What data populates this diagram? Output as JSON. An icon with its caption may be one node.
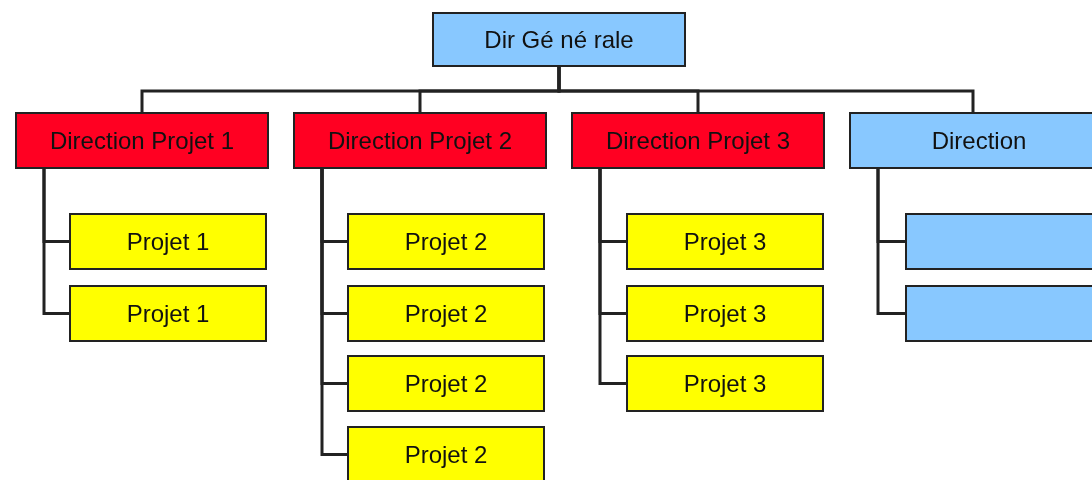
{
  "diagram": {
    "nodes": [
      {
        "text": [
          "Dir Gé né rale"
        ]
      },
      {
        "text": [
          "Direction Projet 1"
        ]
      },
      {
        "text": [
          "Direction Projet 2"
        ]
      },
      {
        "text": [
          "Direction Projet 3"
        ]
      },
      {
        "text": [
          "Direction"
        ]
      },
      {
        "text": [
          "Projet 1"
        ]
      },
      {
        "text": [
          "Projet 1"
        ]
      },
      {
        "text": [
          "Projet 2"
        ]
      },
      {
        "text": [
          "Projet 2"
        ]
      },
      {
        "text": [
          "Projet 2"
        ]
      },
      {
        "text": [
          "Projet 2"
        ]
      },
      {
        "text": [
          "Projet 3"
        ]
      },
      {
        "text": [
          "Projet 3"
        ]
      },
      {
        "text": [
          "Projet 3"
        ]
      },
      {
        "text": [],
        "shape": "box"
      },
      {
        "text": [],
        "shape": "box"
      }
    ],
    "edges": [
      {
        "from": 0,
        "to": 1,
        "arrow": "none"
      },
      {
        "from": 0,
        "to": 2,
        "arrow": "none"
      },
      {
        "from": 0,
        "to": 3,
        "arrow": "none"
      },
      {
        "from": 0,
        "to": 4,
        "arrow": "none"
      },
      {
        "from": 1,
        "to": 5,
        "arrow": "none"
      },
      {
        "from": 1,
        "to": 6,
        "arrow": "none"
      },
      {
        "from": 2,
        "to": 7,
        "arrow": "none"
      },
      {
        "from": 2,
        "to": 8,
        "arrow": "none"
      },
      {
        "from": 2,
        "to": 9,
        "arrow": "none"
      },
      {
        "from": 2,
        "to": 10,
        "arrow": "none"
      },
      {
        "from": 3,
        "to": 11,
        "arrow": "none"
      },
      {
        "from": 3,
        "to": 12,
        "arrow": "none"
      },
      {
        "from": 3,
        "to": 13,
        "arrow": "none"
      },
      {
        "from": 4,
        "to": 14,
        "arrow": "none"
      },
      {
        "from": 4,
        "to": 15,
        "arrow": "none"
      }
    ]
  }
}
